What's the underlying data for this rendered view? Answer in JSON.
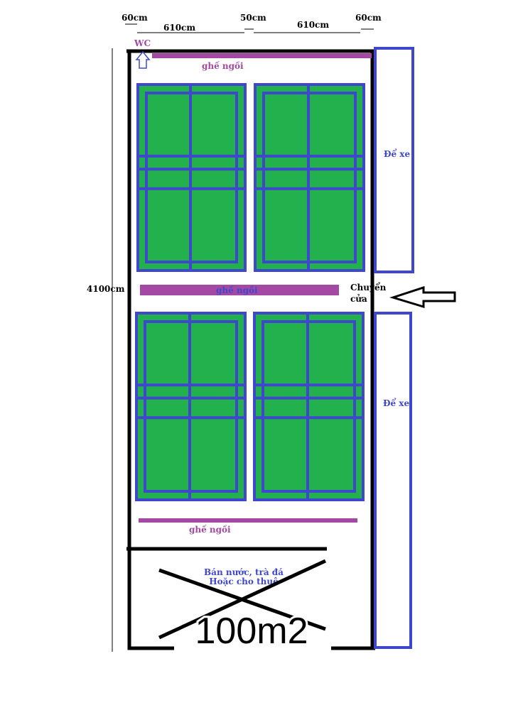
{
  "dimensions": {
    "left_margin": "60cm",
    "court_width_1": "610cm",
    "gap": "50cm",
    "court_width_2": "610cm",
    "right_margin": "60cm",
    "total_length": "4100cm"
  },
  "labels": {
    "wc": "WC",
    "bench_top": "ghế ngồi",
    "bench_middle": "ghế ngồi",
    "bench_bottom": "ghế ngồi",
    "parking_top": "Để xe",
    "parking_bottom": "Để xe",
    "move_door_line1": "Chuyển",
    "move_door_line2": "cửa",
    "shop_line1": "Bán nước, trà đá",
    "shop_line2": "Hoặc cho thuê",
    "area": "100m2"
  },
  "colors": {
    "court_fill": "#22b14c",
    "court_lines": "#3f48cc",
    "bench": "#a349a4",
    "walls": "#000000",
    "parking_border": "#3f48cc"
  }
}
